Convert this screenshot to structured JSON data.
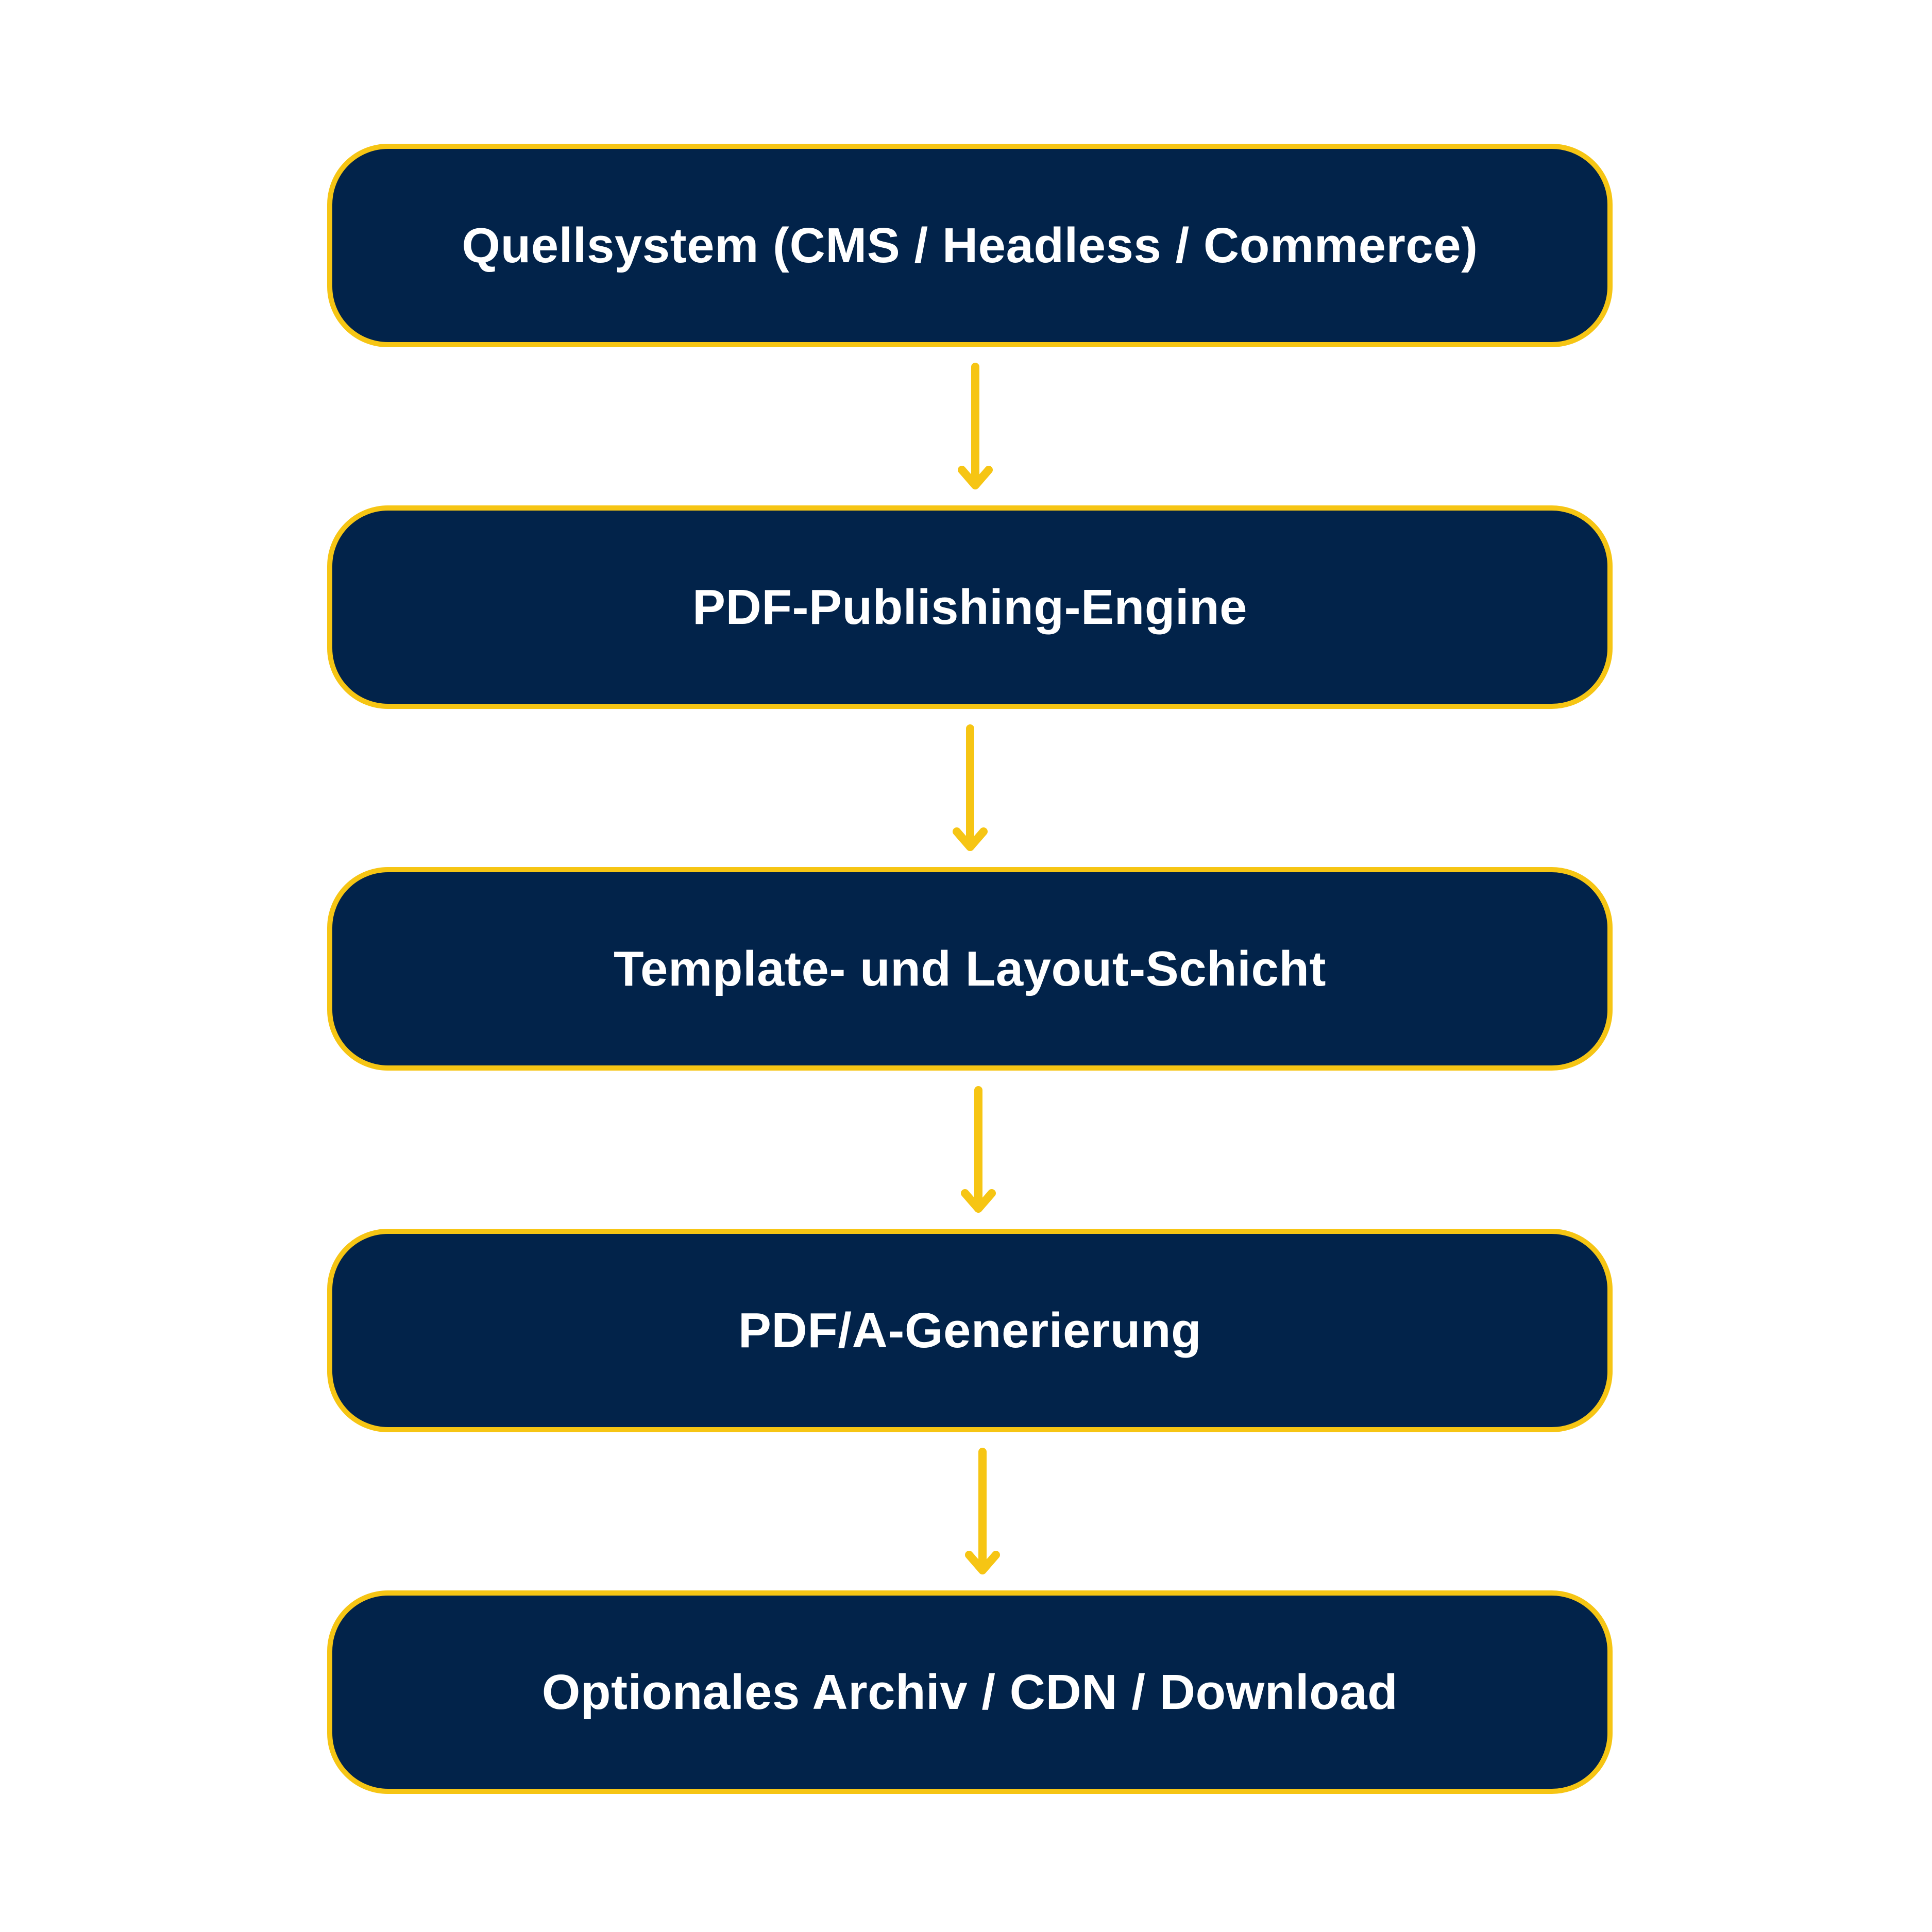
{
  "colors": {
    "node_fill": "#02234a",
    "node_border": "#f6c514",
    "arrow": "#f6c514",
    "text": "#ffffff",
    "background": "#ffffff"
  },
  "nodes": [
    {
      "label": "Quellsystem (CMS / Headless / Commerce)"
    },
    {
      "label": "PDF-Publishing-Engine"
    },
    {
      "label": "Template- und Layout-Schicht"
    },
    {
      "label": "PDF/A-Generierung"
    },
    {
      "label": "Optionales Archiv / CDN / Download"
    }
  ],
  "edges": [
    {
      "from": 0,
      "to": 1
    },
    {
      "from": 1,
      "to": 2
    },
    {
      "from": 2,
      "to": 3
    },
    {
      "from": 3,
      "to": 4
    }
  ]
}
